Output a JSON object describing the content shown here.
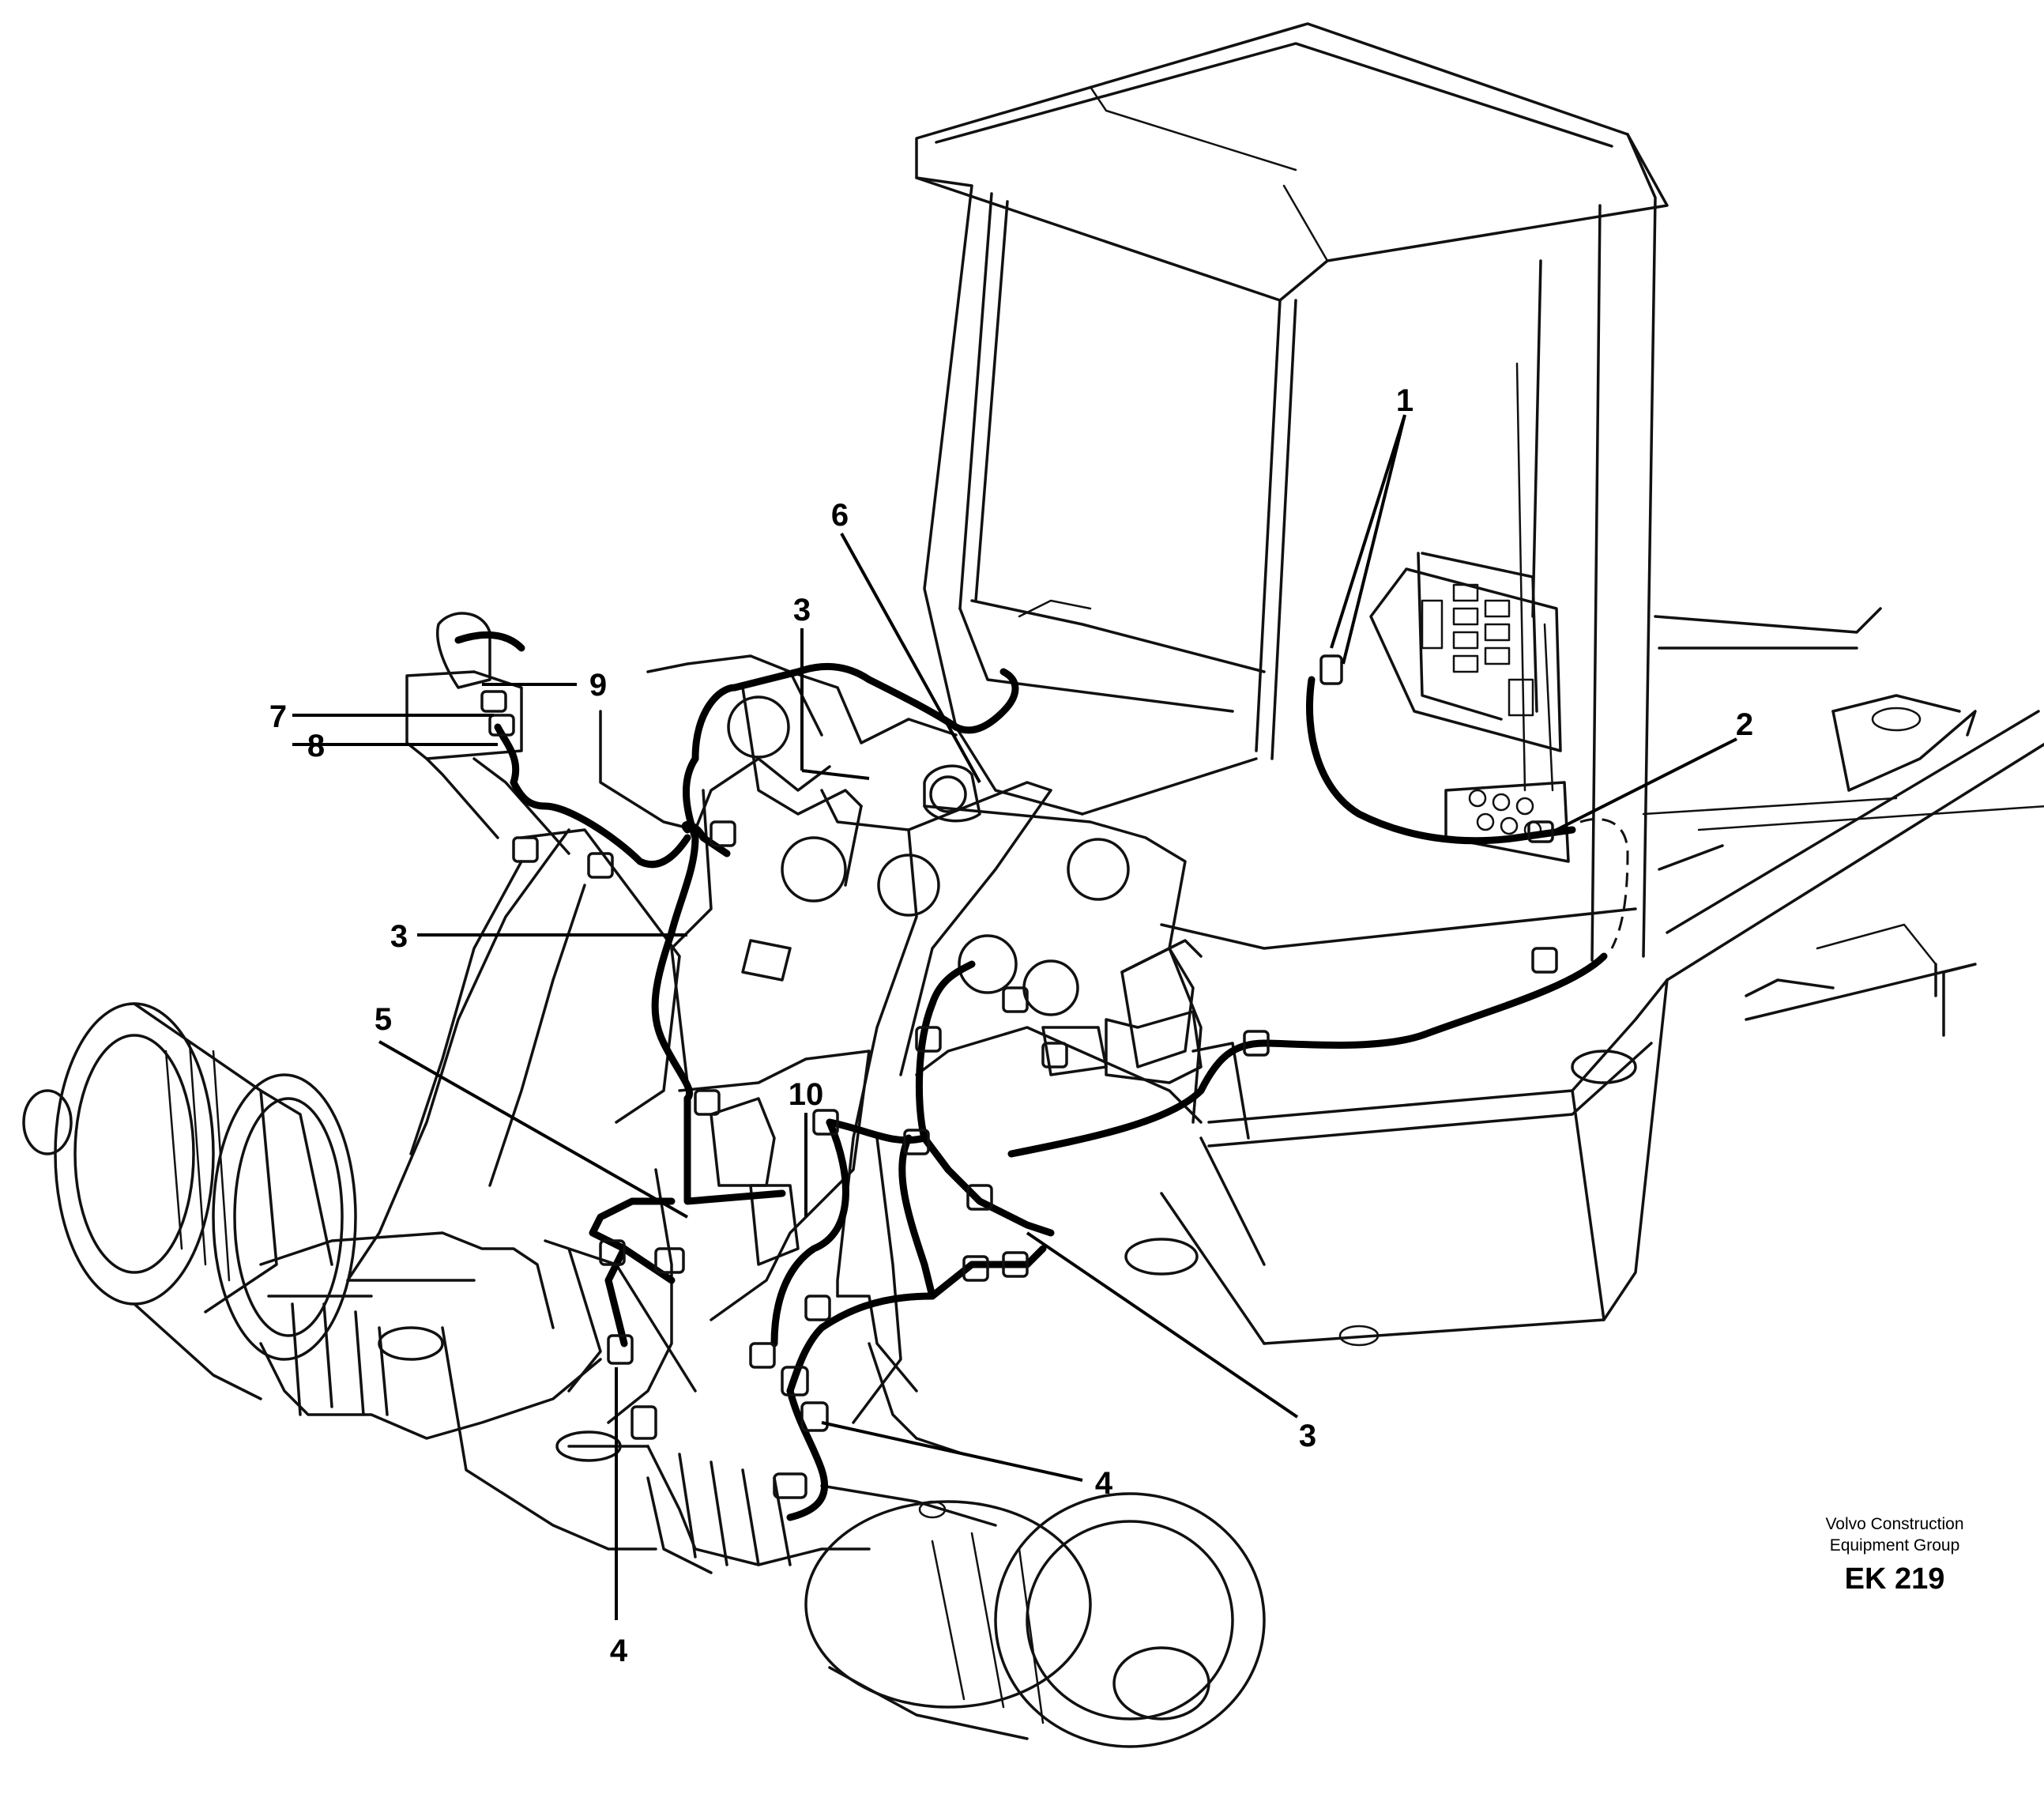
{
  "callouts": [
    {
      "id": "1",
      "text": "1"
    },
    {
      "id": "2",
      "text": "2"
    },
    {
      "id": "3a",
      "text": "3"
    },
    {
      "id": "3b",
      "text": "3"
    },
    {
      "id": "3c",
      "text": "3"
    },
    {
      "id": "4a",
      "text": "4"
    },
    {
      "id": "4b",
      "text": "4"
    },
    {
      "id": "5",
      "text": "5"
    },
    {
      "id": "6",
      "text": "6"
    },
    {
      "id": "7",
      "text": "7"
    },
    {
      "id": "8",
      "text": "8"
    },
    {
      "id": "9",
      "text": "9"
    },
    {
      "id": "10",
      "text": "10"
    }
  ],
  "footer": {
    "line1": "Volvo Construction",
    "line2": "Equipment Group",
    "code": "EK 219"
  }
}
